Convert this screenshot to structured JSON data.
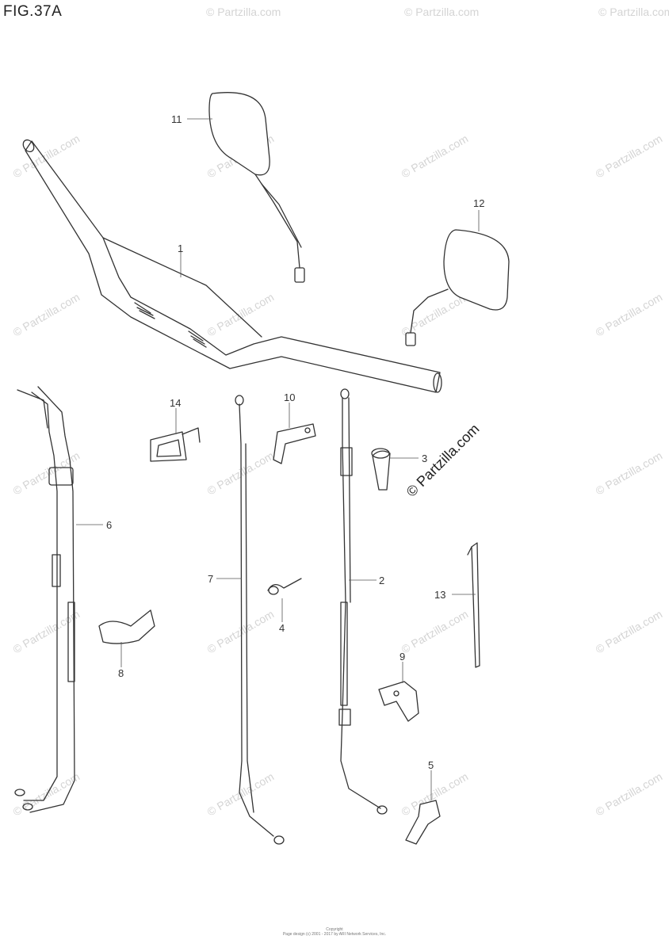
{
  "figure": {
    "title": "FIG.37A"
  },
  "watermark": {
    "text": "© Partzilla.com",
    "feature_text": "© Partzilla.com"
  },
  "callouts": [
    "11",
    "12",
    "1",
    "14",
    "10",
    "3",
    "6",
    "7",
    "4",
    "2",
    "13",
    "8",
    "9",
    "5"
  ],
  "footer": {
    "line1": "Copyright",
    "line2": "Page design (c) 2001 - 2017 by ARI Network Services, Inc."
  }
}
